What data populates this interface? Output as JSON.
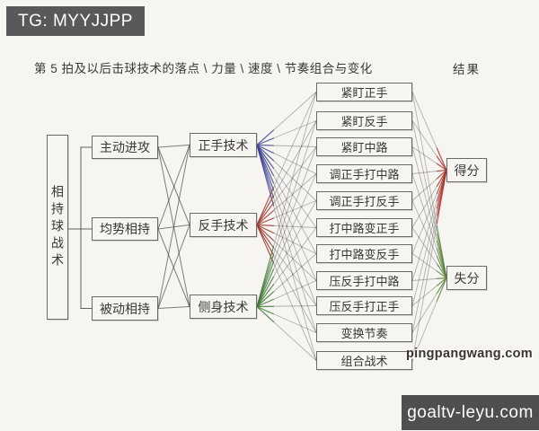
{
  "header": {
    "tag": "TG: MYYJJPP"
  },
  "title": "第 5 拍及以后击球技术的落点 \\ 力量 \\ 速度 \\ 节奏组合与变化",
  "result_label": "结果",
  "diagram": {
    "edge_color": "#3f3e3c",
    "root": {
      "label": "相持球战术"
    },
    "col2": [
      {
        "label": "主动进攻"
      },
      {
        "label": "均势相持"
      },
      {
        "label": "被动相持"
      }
    ],
    "col3": [
      {
        "label": "正手技术",
        "line_color": "#3a4099"
      },
      {
        "label": "反手技术",
        "line_color": "#a8352a"
      },
      {
        "label": "侧身技术",
        "line_color": "#3f7d34"
      }
    ],
    "col4": [
      "紧盯正手",
      "紧盯反手",
      "紧盯中路",
      "调正手打中路",
      "调正手打反手",
      "打中路变正手",
      "打中路变反手",
      "压反手打中路",
      "压反手打正手",
      "变换节奏",
      "组合战术"
    ],
    "col5": [
      {
        "label": "得分",
        "line_color": "#b03228"
      },
      {
        "label": "失分",
        "line_color": "#5d8a3c"
      }
    ]
  },
  "watermarks": {
    "site": "pingpangwang.com",
    "footer": "goaltv-leyu.com"
  }
}
